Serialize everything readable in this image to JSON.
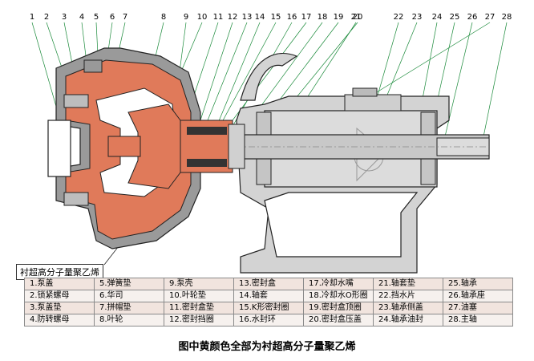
{
  "callout_numbers": [
    "1",
    "2",
    "3",
    "4",
    "5",
    "6",
    "7",
    "8",
    "9",
    "10",
    "11",
    "12",
    "13",
    "14",
    "15",
    "16",
    "17",
    "18",
    "19",
    "20",
    "21",
    "22",
    "23",
    "24",
    "25",
    "26",
    "27",
    "28"
  ],
  "annotation_label": "衬超高分子量聚乙烯",
  "legend": [
    [
      "1.泵盖",
      "5.弹簧垫",
      "9.泵壳",
      "13.密封盒",
      "17.冷却水嘴",
      "21.轴套垫",
      "25.轴承"
    ],
    [
      "2.锁紧螺母",
      "6.华司",
      "10.叶轮垫",
      "14.轴套",
      "18.冷却水O形圈",
      "22.挡水片",
      "26.轴承座"
    ],
    [
      "3.泵盖垫",
      "7.拼帽垫",
      "11.密封盒垫",
      "15.K形密封圈",
      "19.密封盒顶圈",
      "23.轴承侧盖",
      "27.油塞"
    ],
    [
      "4.防转螺母",
      "8.叶轮",
      "12.密封挡圈",
      "16.水封环",
      "20.密封盒压盖",
      "24.轴承油封",
      "28.主轴"
    ]
  ],
  "caption": "图中黄颜色全部为衬超高分子量聚乙烯",
  "colors": {
    "lining": "#e07a5a",
    "frame": "#d3d3d3",
    "shaft": "#c8c8c8",
    "leader": "#1a8a3a"
  }
}
